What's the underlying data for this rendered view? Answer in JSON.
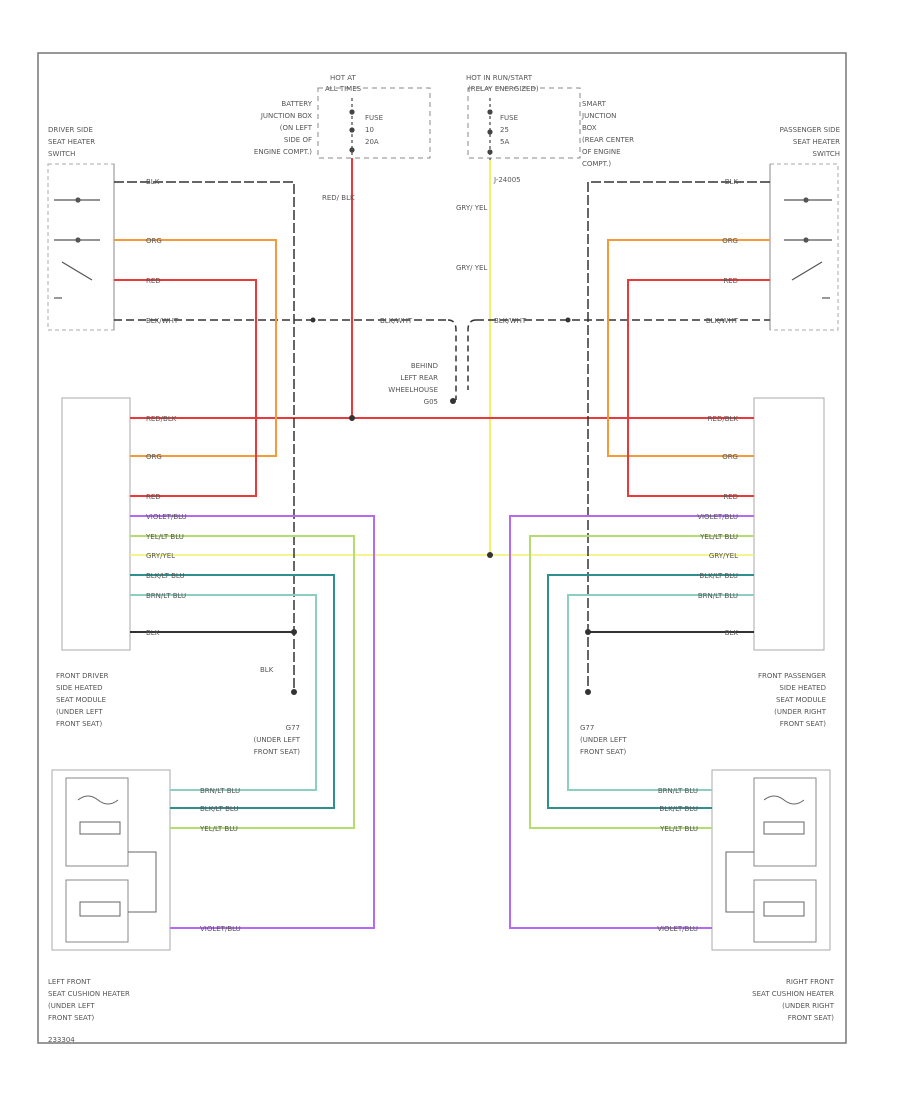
{
  "fuse": {
    "hot_at_left": "HOT AT",
    "hot_at_left_2": "ALL TIMES",
    "left_fuse": "FUSE",
    "left_fuse_num": "10",
    "left_fuse_amp": "20A",
    "hot_at_right": "HOT IN RUN/START",
    "hot_at_right_2": "(RELAY ENERGIZED)",
    "right_fuse": "FUSE",
    "right_fuse_num": "25",
    "right_fuse_amp": "5A"
  },
  "battery_box": [
    "BATTERY",
    "JUNCTION BOX",
    "(ON LEFT",
    "SIDE OF",
    "ENGINE COMPT.)"
  ],
  "smart_box": [
    "SMART",
    "JUNCTION",
    "BOX",
    "(REAR CENTER",
    "OF ENGINE",
    "COMPT.)"
  ],
  "driver_switch": [
    "DRIVER SIDE",
    "SEAT HEATER",
    "SWITCH"
  ],
  "pass_switch": [
    "PASSENGER SIDE",
    "SEAT HEATER",
    "SWITCH"
  ],
  "driver_module": [
    "FRONT DRIVER",
    "SIDE HEATED",
    "SEAT MODULE",
    "(UNDER LEFT",
    "FRONT SEAT)"
  ],
  "pass_module": [
    "FRONT PASSENGER",
    "SIDE HEATED",
    "SEAT MODULE",
    "(UNDER RIGHT",
    "FRONT SEAT)"
  ],
  "left_cushion": [
    "LEFT FRONT",
    "SEAT CUSHION HEATER",
    "(UNDER LEFT",
    "FRONT SEAT)"
  ],
  "right_cushion": [
    "RIGHT FRONT",
    "SEAT CUSHION HEATER",
    "(UNDER RIGHT",
    "FRONT SEAT)"
  ],
  "ground_center": [
    "BEHIND",
    "LEFT REAR",
    "WHEELHOUSE",
    "G05"
  ],
  "ground_left": [
    "G77",
    "(UNDER LEFT",
    "FRONT SEAT)"
  ],
  "ground_right": [
    "G77",
    "(UNDER LEFT",
    "FRONT SEAT)"
  ],
  "junction_code": "J-24005",
  "wire_labels": {
    "red_blk": "RED/ BLK",
    "gry_yel": "GRY/ YEL",
    "blk": "BLK",
    "blk_wht": "BLK/WHT",
    "org": "ORG",
    "red": "RED",
    "red_blk_h": "RED/BLK",
    "violet_blu": "VIOLET/BLU",
    "yel_lt_blu": "YEL/LT BLU",
    "gry_yel_h": "GRY/YEL",
    "blk_lt_blu": "BLK/LT BLU",
    "brn_lt_blu": "BRN/LT BLU"
  },
  "figure_code": "233304",
  "colors": {
    "red": "#e8393b",
    "orange": "#f39a3a",
    "violet": "#b46bf2",
    "yellow": "#f2f26a",
    "lime": "#b4dc6e",
    "teal": "#2f8f8f",
    "lightteal": "#8ccfc0",
    "black": "#333333"
  }
}
